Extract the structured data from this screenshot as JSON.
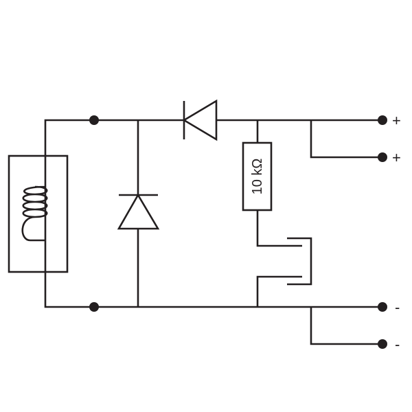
{
  "colors": {
    "line": "#231f20",
    "background": "#ffffff"
  },
  "resistor": {
    "value": "10 kΩ"
  },
  "terminals": [
    {
      "id": "pos-1",
      "label": "+"
    },
    {
      "id": "pos-2",
      "label": "+"
    },
    {
      "id": "neg-1",
      "label": "-"
    },
    {
      "id": "neg-2",
      "label": "-"
    }
  ]
}
